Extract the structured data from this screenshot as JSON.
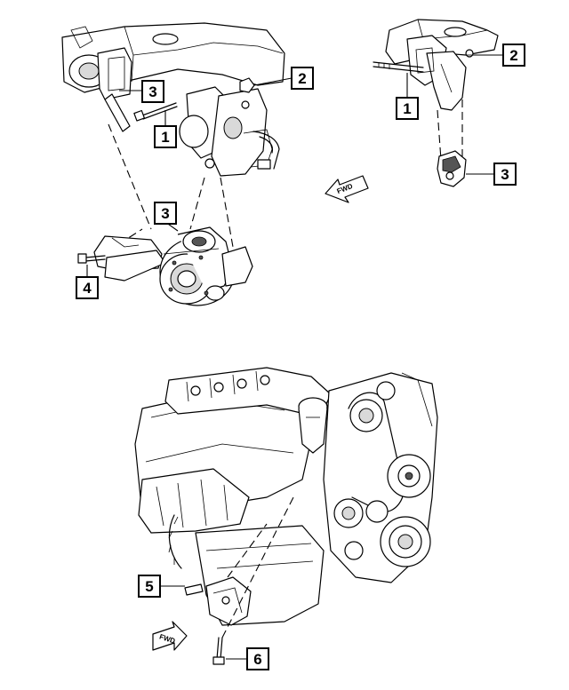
{
  "callouts": {
    "c1a": "1",
    "c2a": "2",
    "c3a": "3",
    "c3b": "3",
    "c4": "4",
    "c1b": "1",
    "c2b": "2",
    "c3c": "3",
    "c5": "5",
    "c6": "6"
  },
  "arrows": {
    "fwd_top": "FWD",
    "fwd_bottom": "FWD"
  }
}
